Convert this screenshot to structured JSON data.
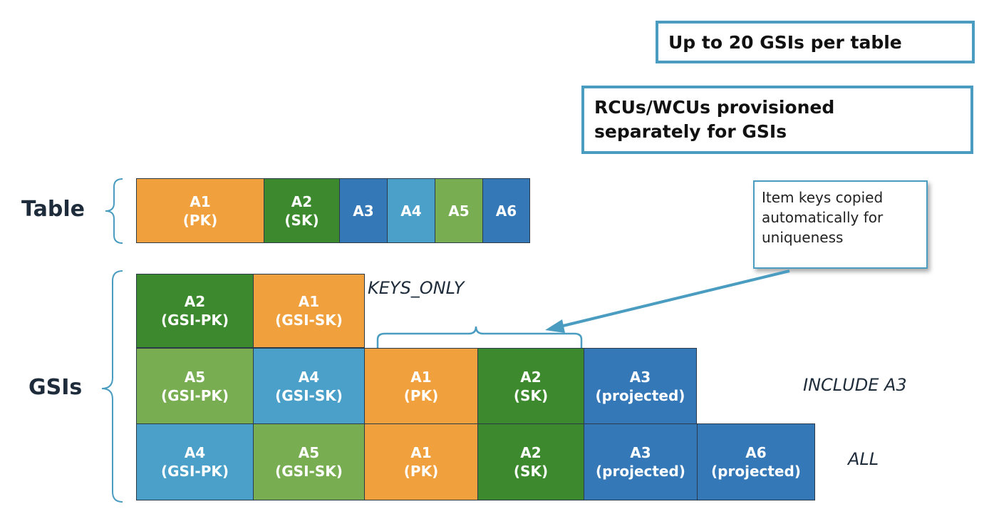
{
  "notes": {
    "gsi_limit": "Up to 20 GSIs per table",
    "rcu_line1": "RCUs/WCUs provisioned",
    "rcu_line2": "separately for GSIs"
  },
  "callout": {
    "line1": "Item keys copied",
    "line2": "automatically for",
    "line3": "uniqueness"
  },
  "labels": {
    "table": "Table",
    "gsis": "GSIs"
  },
  "table_row": [
    {
      "name": "A1",
      "role": "(PK)"
    },
    {
      "name": "A2",
      "role": "(SK)"
    },
    {
      "name": "A3"
    },
    {
      "name": "A4"
    },
    {
      "name": "A5"
    },
    {
      "name": "A6"
    }
  ],
  "gsi_rows": [
    {
      "projection": "KEYS_ONLY",
      "cells": [
        {
          "name": "A2",
          "role": "(GSI-PK)"
        },
        {
          "name": "A1",
          "role": "(GSI-SK)"
        }
      ]
    },
    {
      "projection": "INCLUDE A3",
      "cells": [
        {
          "name": "A5",
          "role": "(GSI-PK)"
        },
        {
          "name": "A4",
          "role": "(GSI-SK)"
        },
        {
          "name": "A1",
          "role": "(PK)"
        },
        {
          "name": "A2",
          "role": "(SK)"
        },
        {
          "name": "A3",
          "role": "(projected)"
        }
      ]
    },
    {
      "projection": "ALL",
      "cells": [
        {
          "name": "A4",
          "role": "(GSI-PK)"
        },
        {
          "name": "A5",
          "role": "(GSI-SK)"
        },
        {
          "name": "A1",
          "role": "(PK)"
        },
        {
          "name": "A2",
          "role": "(SK)"
        },
        {
          "name": "A3",
          "role": "(projected)"
        },
        {
          "name": "A6",
          "role": "(projected)"
        }
      ]
    }
  ],
  "colors": {
    "orange": "#f0a03c",
    "dark_green": "#3d8a2e",
    "light_green": "#79ad52",
    "dark_blue": "#3578b8",
    "light_blue": "#4aa0c8",
    "accent_border": "#4a9cc0"
  }
}
